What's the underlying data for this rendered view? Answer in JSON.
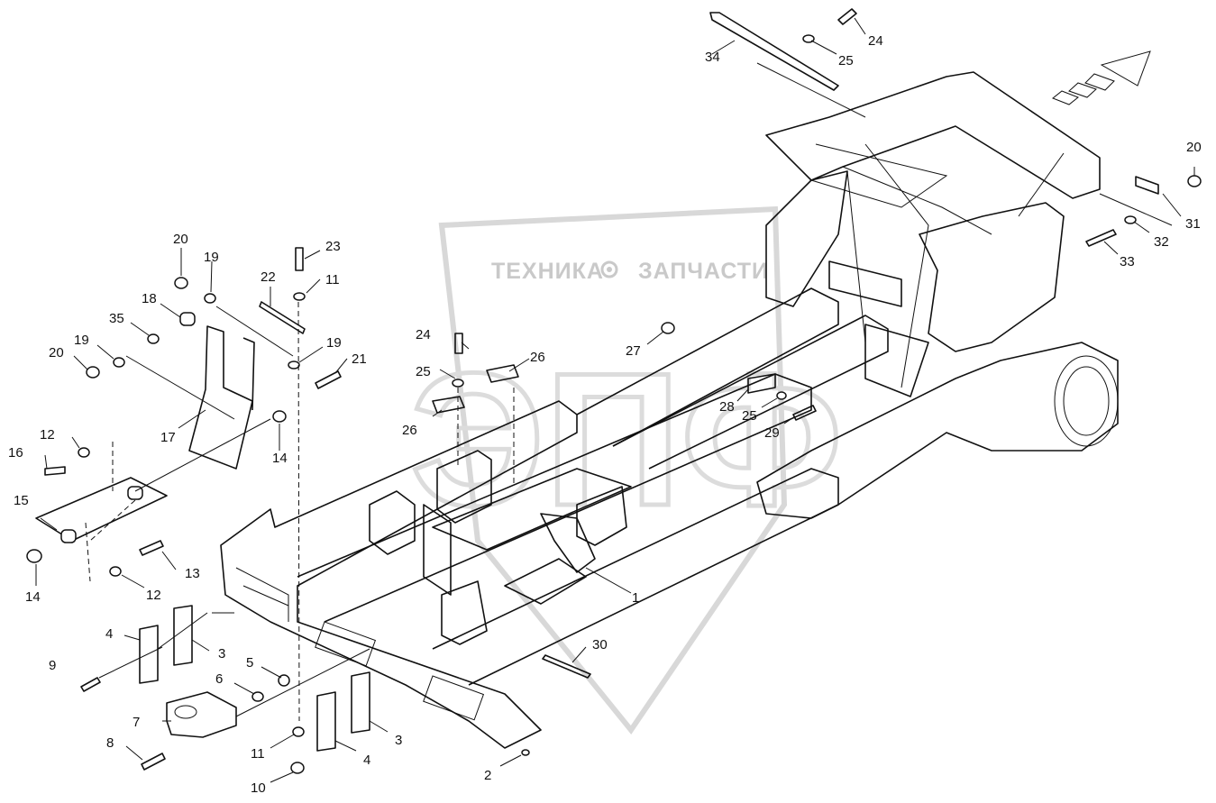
{
  "watermark": {
    "text_left": "ТЕХНИКА",
    "text_right": "ЗАПЧАСТИ",
    "logo_letters": "ЭПФ",
    "color": "#c9c9c9"
  },
  "callouts": [
    {
      "id": "c1",
      "text": "1"
    },
    {
      "id": "c2",
      "text": "2"
    },
    {
      "id": "c3a",
      "text": "3"
    },
    {
      "id": "c3b",
      "text": "3"
    },
    {
      "id": "c4a",
      "text": "4"
    },
    {
      "id": "c4b",
      "text": "4"
    },
    {
      "id": "c5",
      "text": "5"
    },
    {
      "id": "c6",
      "text": "6"
    },
    {
      "id": "c7",
      "text": "7"
    },
    {
      "id": "c8",
      "text": "8"
    },
    {
      "id": "c9",
      "text": "9"
    },
    {
      "id": "c10",
      "text": "10"
    },
    {
      "id": "c11a",
      "text": "11"
    },
    {
      "id": "c11b",
      "text": "11"
    },
    {
      "id": "c12a",
      "text": "12"
    },
    {
      "id": "c12b",
      "text": "12"
    },
    {
      "id": "c13",
      "text": "13"
    },
    {
      "id": "c14a",
      "text": "14"
    },
    {
      "id": "c14b",
      "text": "14"
    },
    {
      "id": "c15",
      "text": "15"
    },
    {
      "id": "c16",
      "text": "16"
    },
    {
      "id": "c17",
      "text": "17"
    },
    {
      "id": "c18",
      "text": "18"
    },
    {
      "id": "c19a",
      "text": "19"
    },
    {
      "id": "c19b",
      "text": "19"
    },
    {
      "id": "c19c",
      "text": "19"
    },
    {
      "id": "c20a",
      "text": "20"
    },
    {
      "id": "c20b",
      "text": "20"
    },
    {
      "id": "c20c",
      "text": "20"
    },
    {
      "id": "c21",
      "text": "21"
    },
    {
      "id": "c22",
      "text": "22"
    },
    {
      "id": "c23",
      "text": "23"
    },
    {
      "id": "c24a",
      "text": "24"
    },
    {
      "id": "c24b",
      "text": "24"
    },
    {
      "id": "c25a",
      "text": "25"
    },
    {
      "id": "c25b",
      "text": "25"
    },
    {
      "id": "c25c",
      "text": "25"
    },
    {
      "id": "c26a",
      "text": "26"
    },
    {
      "id": "c26b",
      "text": "26"
    },
    {
      "id": "c27",
      "text": "27"
    },
    {
      "id": "c28",
      "text": "28"
    },
    {
      "id": "c29",
      "text": "29"
    },
    {
      "id": "c30",
      "text": "30"
    },
    {
      "id": "c31",
      "text": "31"
    },
    {
      "id": "c32",
      "text": "32"
    },
    {
      "id": "c33",
      "text": "33"
    },
    {
      "id": "c34",
      "text": "34"
    },
    {
      "id": "c35",
      "text": "35"
    }
  ],
  "icons": {
    "direction_arrow": "forward-direction-arrow-icon",
    "watermark_gear": "gear-icon"
  }
}
